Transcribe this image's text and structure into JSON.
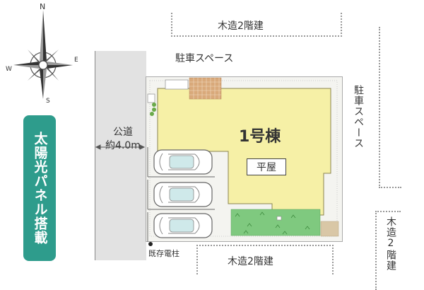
{
  "compass": {
    "n": "N",
    "s": "S",
    "e": "E",
    "w": "W"
  },
  "solar_badge": {
    "text": "太陽光パネル搭載",
    "color": "#2e9c8c"
  },
  "road": {
    "label_line1": "公道",
    "label_line2": "約4.0m"
  },
  "building": {
    "name": "1号棟",
    "type": "平屋",
    "fill": "#f6f0a6"
  },
  "neighbors": {
    "top_house": "木造2階建",
    "bottom_house": "木造2階建",
    "right_house": "木造2階建",
    "top_parking": "駐車スペース",
    "right_parking": "駐車スペース"
  },
  "utility_pole": "既存電柱",
  "colors": {
    "lawn": "#7fc97f",
    "tile": "#d9a97a",
    "road": "#e2e2e2",
    "lot": "#f7f7f4"
  }
}
